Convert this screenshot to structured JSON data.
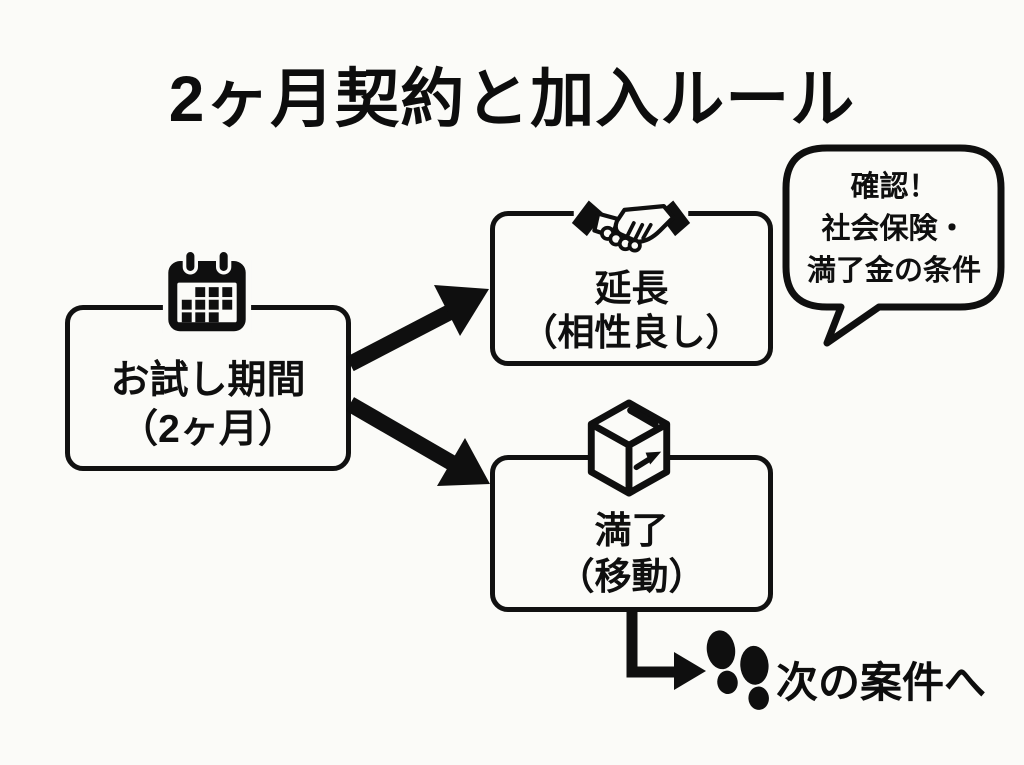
{
  "title": "2ヶ月契約と加入ルール",
  "flow": {
    "trial_box": {
      "line1": "お試し期間",
      "line2": "（2ヶ月）",
      "icon": "calendar-icon"
    },
    "extension_box": {
      "line1": "延長",
      "line2": "（相性良し）",
      "icon": "handshake-icon"
    },
    "completion_box": {
      "line1": "満了",
      "line2": "（移動）",
      "icon": "package-icon"
    }
  },
  "callout": {
    "line1": "確認！",
    "line2": "社会保険・",
    "line3": "満了金の条件"
  },
  "footer": {
    "label": "次の案件へ",
    "icon": "footprints-icon"
  },
  "colors": {
    "ink": "#0f0f0f",
    "background": "#fbfbf8"
  }
}
